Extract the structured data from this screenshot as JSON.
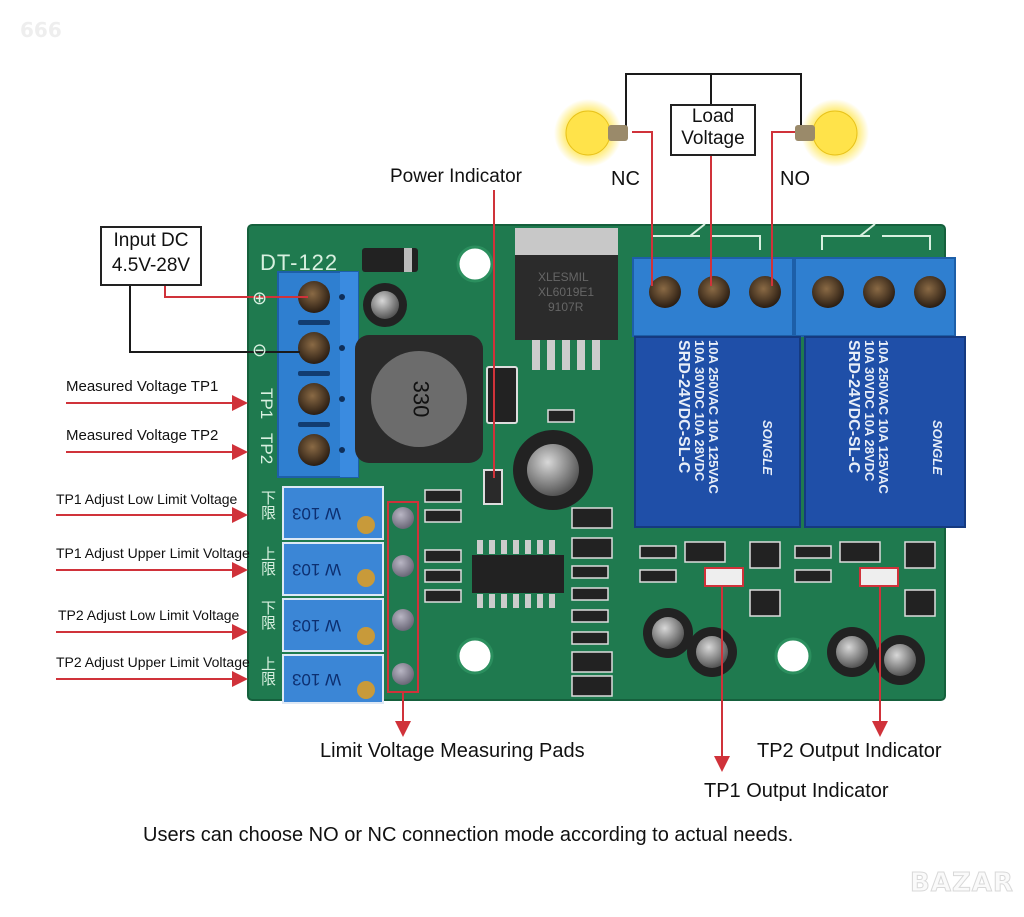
{
  "watermark_top_left": "666",
  "watermark_bottom_right": "BAZAR",
  "board": {
    "model_silk": "DT-122",
    "terminal_silk": [
      "⊕",
      "⊖",
      "TP1",
      "TP2"
    ],
    "pot_silk": [
      "下限",
      "上限",
      "下限",
      "上限"
    ],
    "regulator_marking": [
      "XLESMIL",
      "XL6019E1",
      "9107R"
    ],
    "inductor_marking": "330",
    "pot_marking": "W 103",
    "relays": [
      {
        "brand": "SONGLE",
        "model": "SRD-24VDC-SL-C",
        "ratings": [
          "10A 250VAC  10A 125VAC",
          "10A 30VDC  10A 28VDC"
        ]
      },
      {
        "brand": "SONGLE",
        "model": "SRD-24VDC-SL-C",
        "ratings": [
          "10A 250VAC  10A 125VAC",
          "10A 30VDC  10A 28VDC"
        ]
      }
    ]
  },
  "labels": {
    "input_dc_line1": "Input DC",
    "input_dc_line2": "4.5V-28V",
    "power_indicator": "Power Indicator",
    "nc": "NC",
    "no": "NO",
    "load_voltage_line1": "Load",
    "load_voltage_line2": "Voltage",
    "measured_tp1": "Measured Voltage TP1",
    "measured_tp2": "Measured Voltage TP2",
    "tp1_low": "TP1 Adjust Low Limit Voltage",
    "tp1_upper": "TP1 Adjust Upper Limit Voltage",
    "tp2_low": "TP2 Adjust Low Limit Voltage",
    "tp2_upper": "TP2 Adjust Upper Limit Voltage",
    "limit_pads": "Limit Voltage Measuring Pads",
    "tp2_output": "TP2 Output Indicator",
    "tp1_output": "TP1 Output Indicator",
    "footer_note": "Users can choose NO or NC connection mode according to actual needs."
  },
  "colors": {
    "pcb": "#1f7a4f",
    "terminal_blue": "#2f7fd0",
    "relay_blue": "#1f4fa8",
    "annotation_red": "#d0323a",
    "wire_black": "#1a1a1a"
  }
}
